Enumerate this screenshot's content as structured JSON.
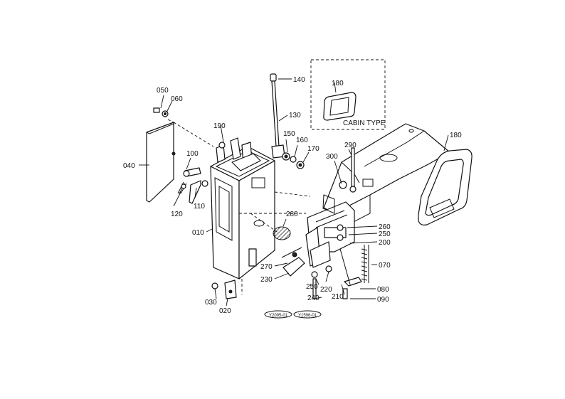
{
  "box_label": "CABIN TYPE",
  "callouts": {
    "p010": "010",
    "p020": "020",
    "p030": "030",
    "p040": "040",
    "p050": "050",
    "p060": "060",
    "p070": "070",
    "p080": "080",
    "p090": "090",
    "p100": "100",
    "p110": "110",
    "p120": "120",
    "p130": "130",
    "p140": "140",
    "p150": "150",
    "p160": "160",
    "p170": "170",
    "p180_cabin": "180",
    "p180": "180",
    "p190": "190",
    "p200": "200",
    "p210": "210",
    "p220": "220",
    "p230": "230",
    "p240": "240",
    "p250_upper": "250",
    "p250_lower": "250",
    "p260": "260",
    "p270": "270",
    "p280": "280",
    "p290": "290",
    "p300": "300"
  },
  "serial_tags": [
    "Y2095-01",
    "Y1596-01"
  ]
}
